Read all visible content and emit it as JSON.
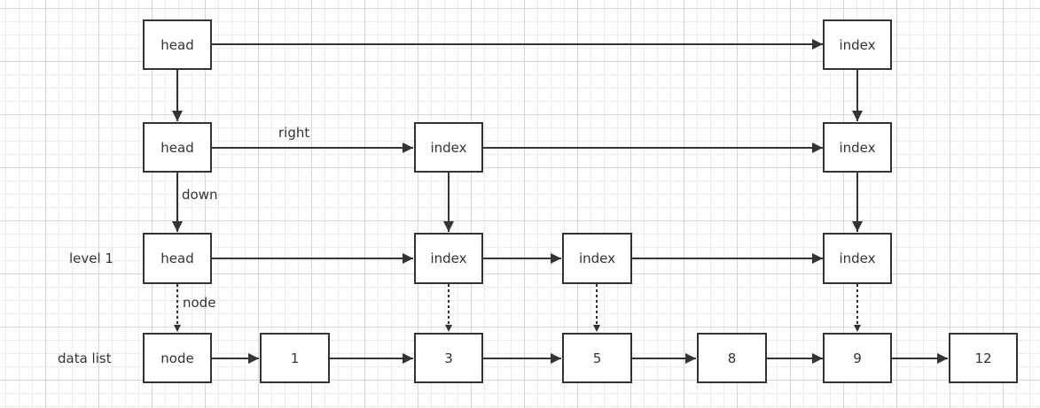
{
  "nodes": {
    "l3_head": "head",
    "l3_idx9": "index",
    "l2_head": "head",
    "l2_idx3": "index",
    "l2_idx9": "index",
    "l1_head": "head",
    "l1_idx3": "index",
    "l1_idx5": "index",
    "l1_idx9": "index",
    "d_node": "node",
    "d_1": "1",
    "d_3": "3",
    "d_5": "5",
    "d_8": "8",
    "d_9": "9",
    "d_12": "12"
  },
  "labels": {
    "right": "right",
    "down": "down",
    "node": "node",
    "level1": "level 1",
    "datalist": "data list"
  },
  "colors": {
    "stroke": "#333333",
    "grid_major": "#d6d6d6",
    "grid_minor": "#ececec"
  }
}
